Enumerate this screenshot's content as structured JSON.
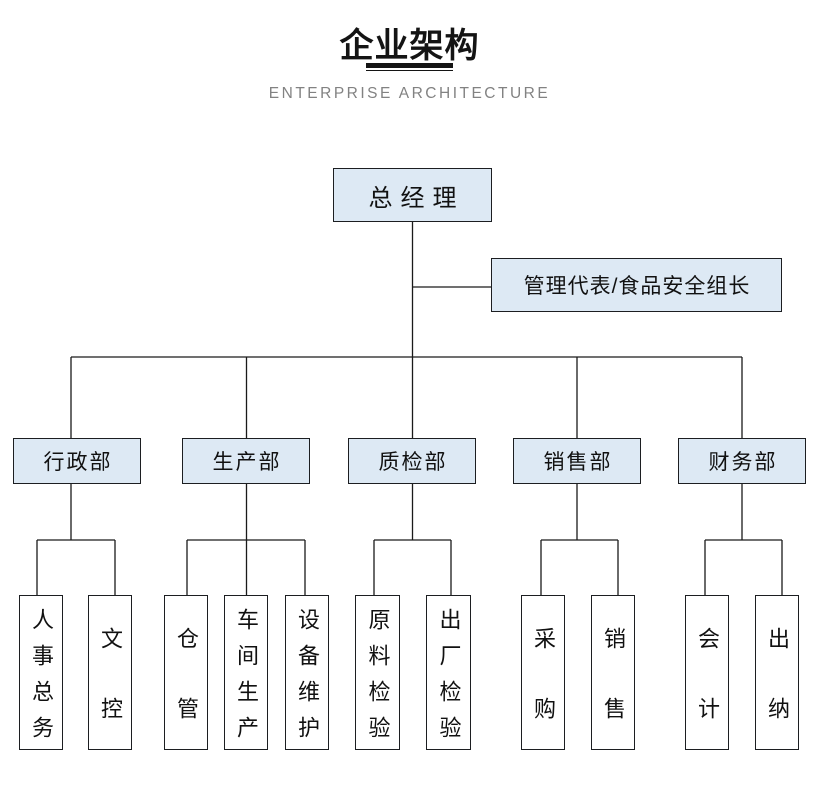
{
  "page": {
    "title": "企业架构",
    "subtitle": "ENTERPRISE ARCHITECTURE"
  },
  "org": {
    "root": {
      "label": "总经理"
    },
    "advisor": {
      "label": "管理代表/食品安全组长"
    },
    "departments": [
      {
        "label": "行政部",
        "children": [
          {
            "label": "人事总务"
          },
          {
            "label": "文控"
          }
        ]
      },
      {
        "label": "生产部",
        "children": [
          {
            "label": "仓管"
          },
          {
            "label": "车间生产"
          },
          {
            "label": "设备维护"
          }
        ]
      },
      {
        "label": "质检部",
        "children": [
          {
            "label": "原料检验"
          },
          {
            "label": "出厂检验"
          }
        ]
      },
      {
        "label": "销售部",
        "children": [
          {
            "label": "采购"
          },
          {
            "label": "销售"
          }
        ]
      },
      {
        "label": "财务部",
        "children": [
          {
            "label": "会计"
          },
          {
            "label": "出纳"
          }
        ]
      }
    ]
  },
  "colors": {
    "title_text": "#141414",
    "subtitle_text": "#828282",
    "box_fill": "#dde9f4",
    "box_border": "#1c1e21",
    "line": "#1a1a1a"
  }
}
